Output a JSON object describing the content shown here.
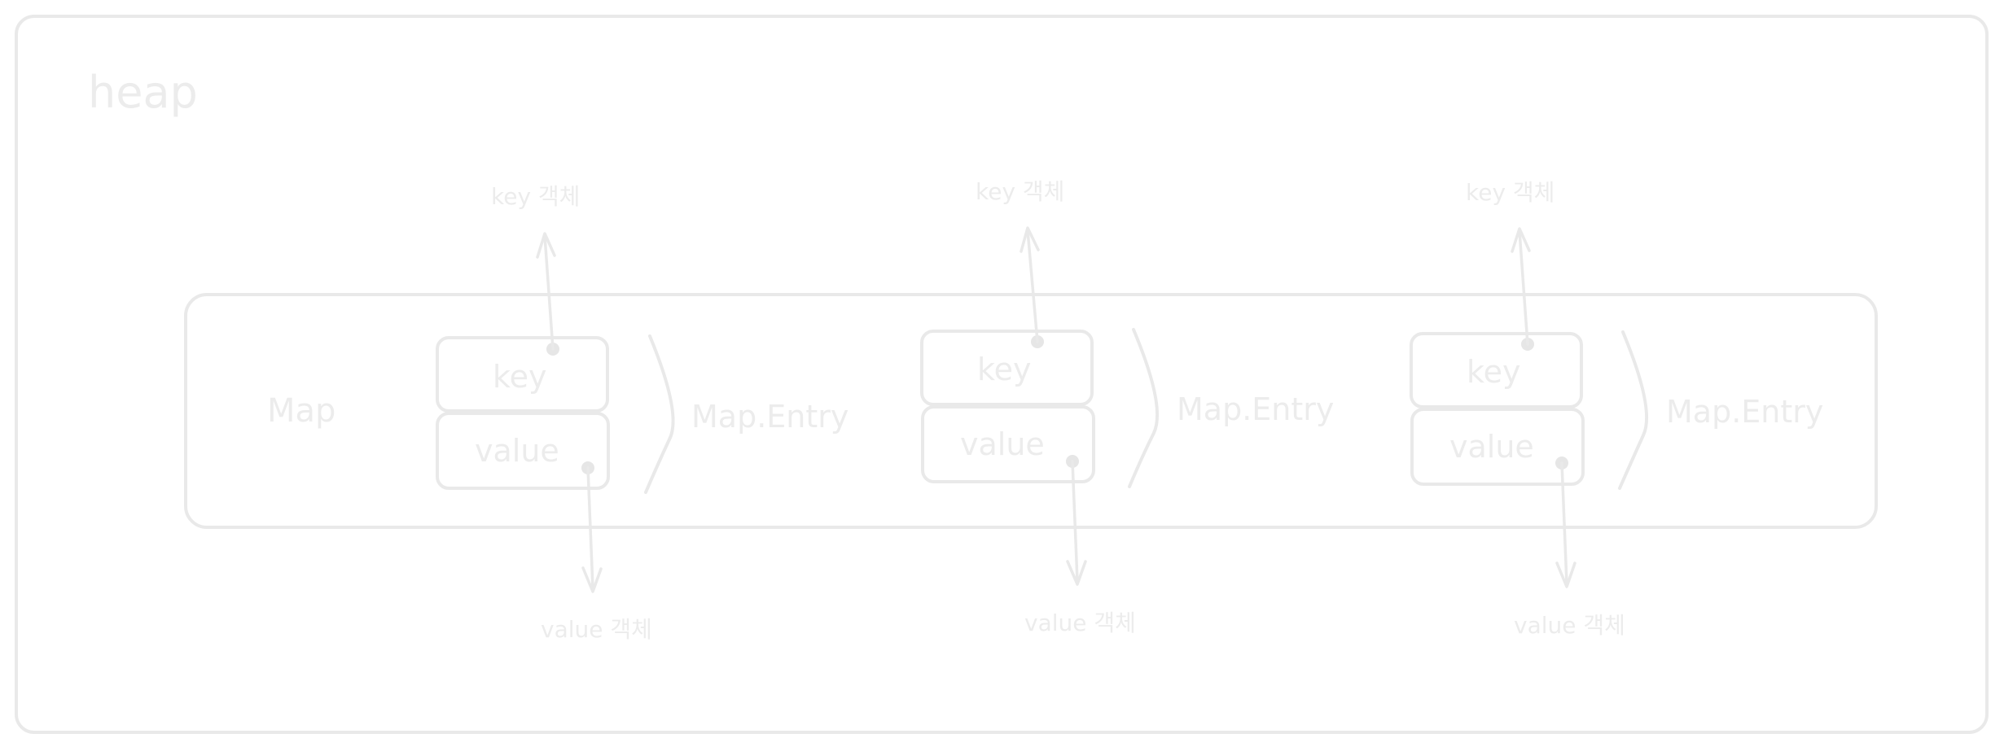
{
  "heap_label": "heap",
  "map_label": "Map",
  "entries": [
    {
      "key_label": "key",
      "value_label": "value",
      "entry_label": "Map.Entry",
      "key_target": "key 객체",
      "value_target": "value 객체"
    },
    {
      "key_label": "key",
      "value_label": "value",
      "entry_label": "Map.Entry",
      "key_target": "key 객체",
      "value_target": "value 객체"
    },
    {
      "key_label": "key",
      "value_label": "value",
      "entry_label": "Map.Entry",
      "key_target": "key 객체",
      "value_target": "value 객체"
    }
  ],
  "colors": {
    "stroke": "#e9e9e9",
    "text": "#ececec",
    "background": "#ffffff"
  }
}
